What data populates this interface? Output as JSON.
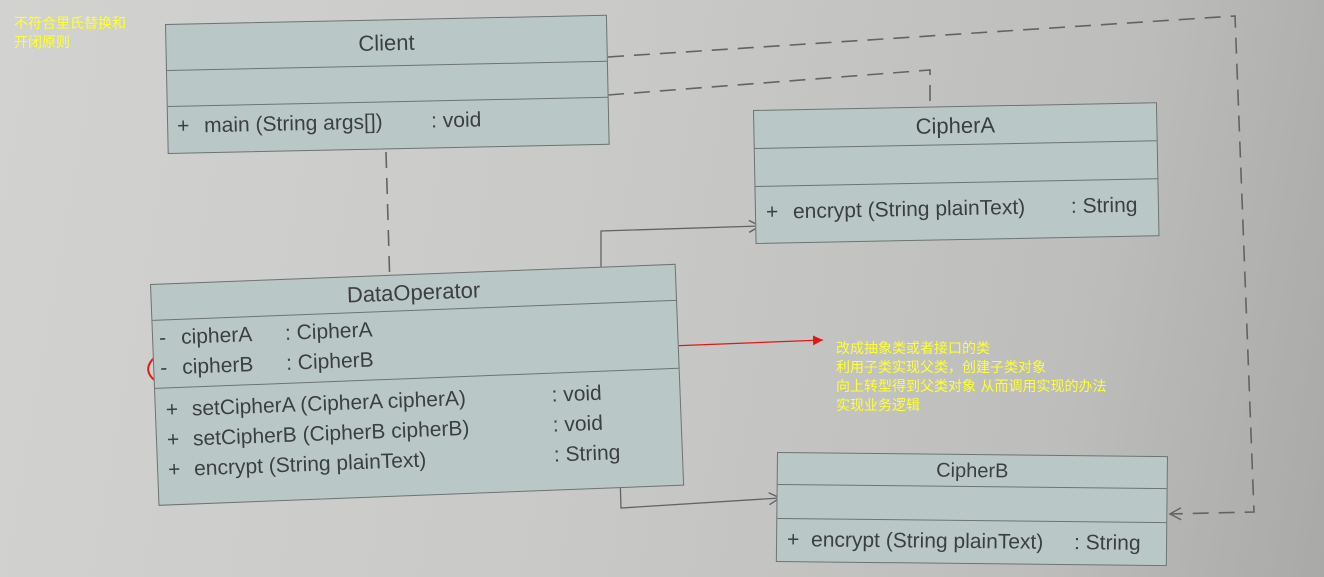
{
  "note_top": {
    "line1": "不符合里氏替换和",
    "line2": "开闭原则"
  },
  "note_right": {
    "line1": "改成抽象类或者接口的类",
    "line2": "利用子类实现父类，创建子类对象",
    "line3": "向上转型得到父类对象  从而调用实现的办法",
    "line4": "实现业务逻辑"
  },
  "client": {
    "name": "Client",
    "ops": [
      {
        "vis": "+",
        "sig": "main (String args[])",
        "ret": ": void"
      }
    ]
  },
  "cipherA": {
    "name": "CipherA",
    "ops": [
      {
        "vis": "+",
        "sig": "encrypt (String plainText)",
        "ret": ": String"
      }
    ]
  },
  "cipherB": {
    "name": "CipherB",
    "ops": [
      {
        "vis": "+",
        "sig": "encrypt (String plainText)",
        "ret": ": String"
      }
    ]
  },
  "dataOperator": {
    "name": "DataOperator",
    "attrs": [
      {
        "vis": "-",
        "sig": "cipherA",
        "ret": ": CipherA"
      },
      {
        "vis": "-",
        "sig": "cipherB",
        "ret": ": CipherB"
      }
    ],
    "ops": [
      {
        "vis": "+",
        "sig": "setCipherA (CipherA cipherA)",
        "ret": ": void"
      },
      {
        "vis": "+",
        "sig": "setCipherB (CipherB cipherB)",
        "ret": ": void"
      },
      {
        "vis": "+",
        "sig": "encrypt (String plainText)",
        "ret": ": String"
      }
    ]
  },
  "colors": {
    "box_fill": "#b9c8c6",
    "border": "#6d7473",
    "note_text": "#ffff33",
    "highlight": "#e01818"
  }
}
